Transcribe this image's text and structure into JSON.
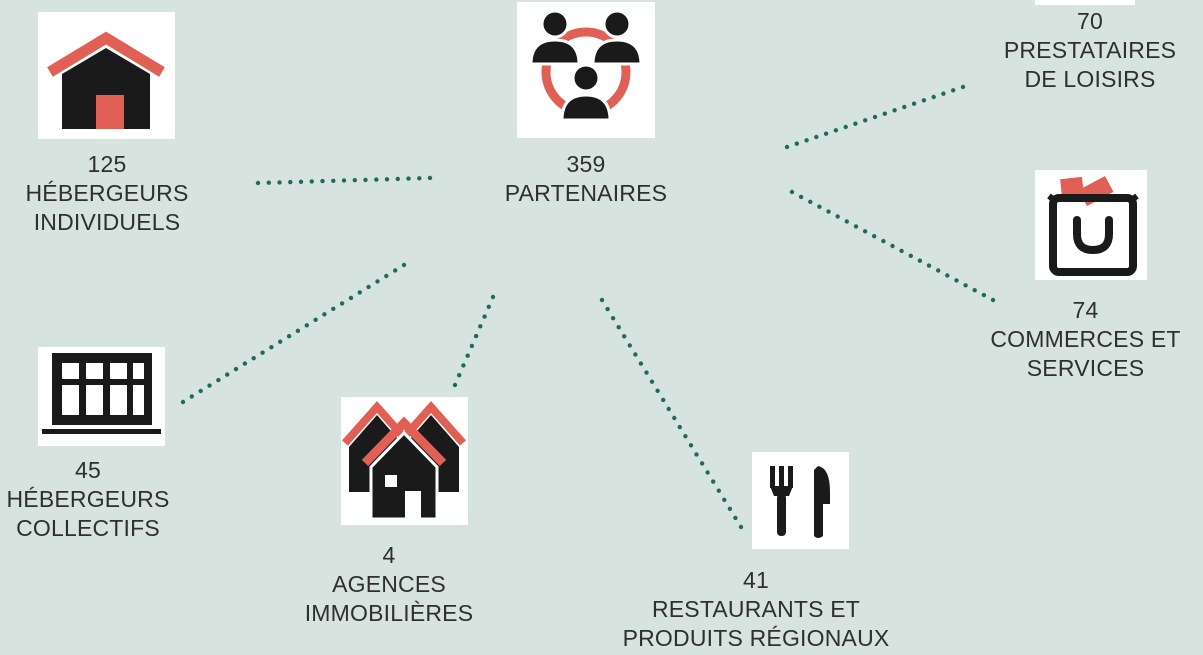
{
  "colors": {
    "background": "#d6e3df",
    "dots": "#1f6b57",
    "icon_dark": "#1a1a1a",
    "icon_accent": "#e06055",
    "text": "#2f2f2f"
  },
  "center": {
    "count": "359",
    "label": "PARTENAIRES",
    "icon": "partners-group-icon"
  },
  "nodes": [
    {
      "id": "hebergeurs-individuels",
      "count": "125",
      "line1": "HÉBERGEURS",
      "line2": "INDIVIDUELS",
      "icon": "house-icon"
    },
    {
      "id": "hebergeurs-collectifs",
      "count": "45",
      "line1": "HÉBERGEURS",
      "line2": "COLLECTIFS",
      "icon": "building-icon"
    },
    {
      "id": "agences-immobilieres",
      "count": "4",
      "line1": "AGENCES",
      "line2": "IMMOBILIÈRES",
      "icon": "houses-icon"
    },
    {
      "id": "restaurants",
      "count": "41",
      "line1": "RESTAURANTS ET",
      "line2": "PRODUITS RÉGIONAUX",
      "icon": "fork-knife-icon"
    },
    {
      "id": "commerces",
      "count": "74",
      "line1": "COMMERCES ET",
      "line2": "SERVICES",
      "icon": "shopping-bag-icon"
    },
    {
      "id": "prestataires",
      "count": "70",
      "line1": "PRESTATAIRES",
      "line2": "DE LOISIRS",
      "icon": "leisure-icon"
    }
  ]
}
